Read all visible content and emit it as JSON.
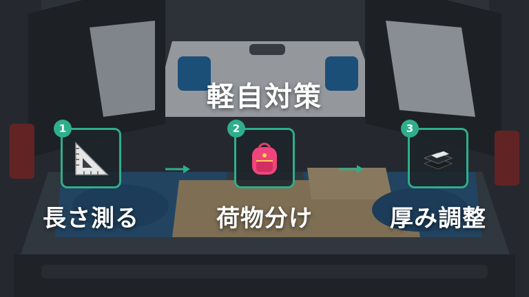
{
  "title": "軽自対策",
  "colors": {
    "accent": "#2fae8c",
    "text": "#ffffff",
    "card_bg": "#1c242a"
  },
  "steps": [
    {
      "number": "1",
      "label": "長さ測る",
      "icon": "set-square-ruler-icon"
    },
    {
      "number": "2",
      "label": "荷物分け",
      "icon": "pink-backpack-icon"
    },
    {
      "number": "3",
      "label": "厚み調整",
      "icon": "folded-mattress-icon"
    }
  ],
  "arrows": [
    "arrow-right-icon",
    "arrow-right-icon"
  ]
}
